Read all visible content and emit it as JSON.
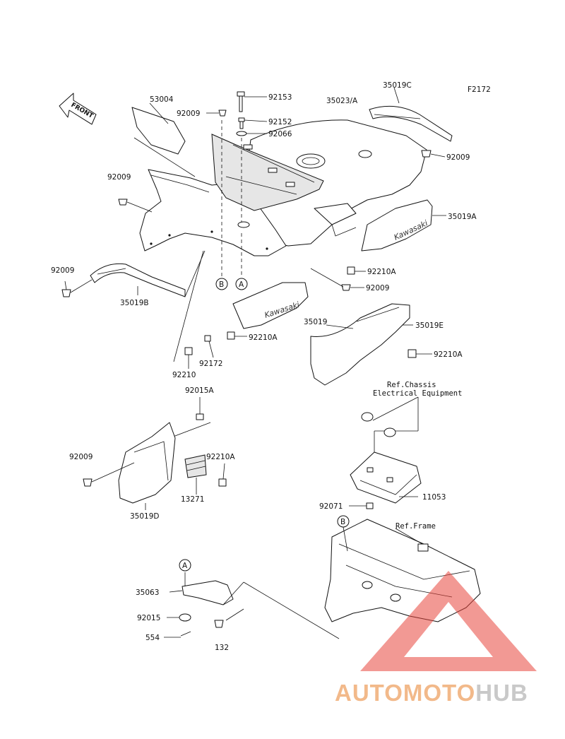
{
  "diagram": {
    "figure_id": "F2172",
    "front_label": "FRONT",
    "brand_text": "Kawasaki",
    "references": {
      "chassis_line1": "Ref.Chassis",
      "chassis_line2": "Electrical Equipment",
      "frame": "Ref.Frame"
    },
    "markers": {
      "a": "A",
      "b": "B"
    },
    "parts": {
      "p53004": "53004",
      "p92009_top": "92009",
      "p92153": "92153",
      "p92152": "92152",
      "p92066": "92066",
      "p35023A": "35023/A",
      "p35019C": "35019C",
      "p92009_right": "92009",
      "p92009_left": "92009",
      "p35019A": "35019A",
      "p92210A_a": "92210A",
      "p92009_mid": "92009",
      "p92009_far_left": "92009",
      "p35019B": "35019B",
      "p92210A_b": "92210A",
      "p35019": "35019",
      "p35019E": "35019E",
      "p92210A_c": "92210A",
      "p92210": "92210",
      "p92172": "92172",
      "p92015A": "92015A",
      "p92009_lower": "92009",
      "p92210A_d": "92210A",
      "p13271": "13271",
      "p35019D": "35019D",
      "p11053": "11053",
      "p92071": "92071",
      "p35063": "35063",
      "p92015": "92015",
      "p554": "554",
      "p132": "132"
    }
  },
  "watermark": {
    "part1": "AUTOMOTO",
    "part2": "HUB"
  },
  "colors": {
    "watermark_red": "#e8463c",
    "watermark_orange": "#f2b98a",
    "watermark_gray": "#c9c9c9"
  }
}
